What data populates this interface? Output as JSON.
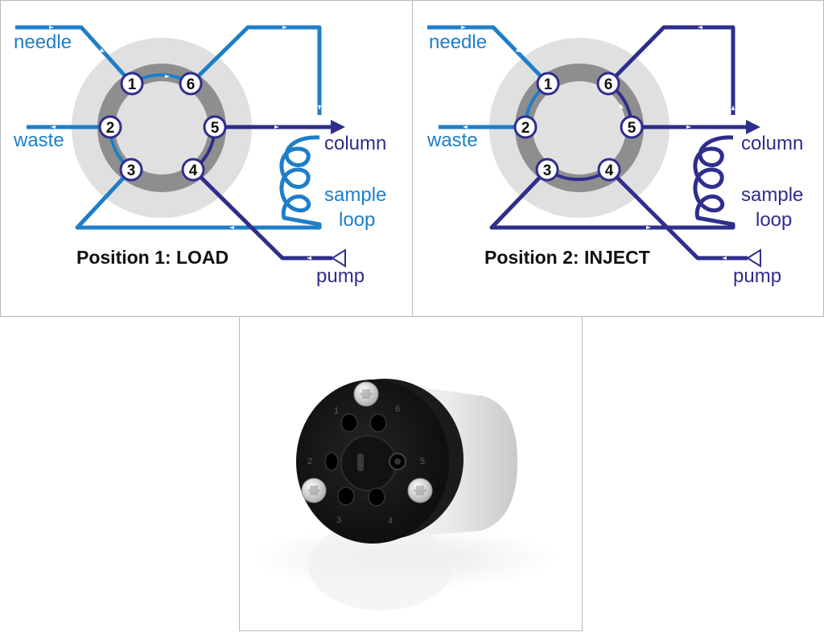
{
  "colors": {
    "light_blue": "#1e7ec8",
    "dark_blue": "#2e2e8c",
    "stator_outer": "#e0e0e0",
    "rotor_ring": "#8e8e8e"
  },
  "load": {
    "caption": "Position 1: LOAD",
    "needle": "needle",
    "waste": "waste",
    "column": "column",
    "sample": "sample",
    "loop": "loop",
    "pump": "pump",
    "ports": [
      "1",
      "2",
      "3",
      "4",
      "5",
      "6"
    ]
  },
  "inject": {
    "caption": "Position 2: INJECT",
    "needle": "needle",
    "waste": "waste",
    "column": "column",
    "sample": "sample",
    "loop": "loop",
    "pump": "pump",
    "ports": [
      "1",
      "2",
      "3",
      "4",
      "5",
      "6"
    ]
  },
  "photo": {
    "engraved_ports": [
      "1",
      "6",
      "2",
      "5",
      "3",
      "4"
    ]
  }
}
